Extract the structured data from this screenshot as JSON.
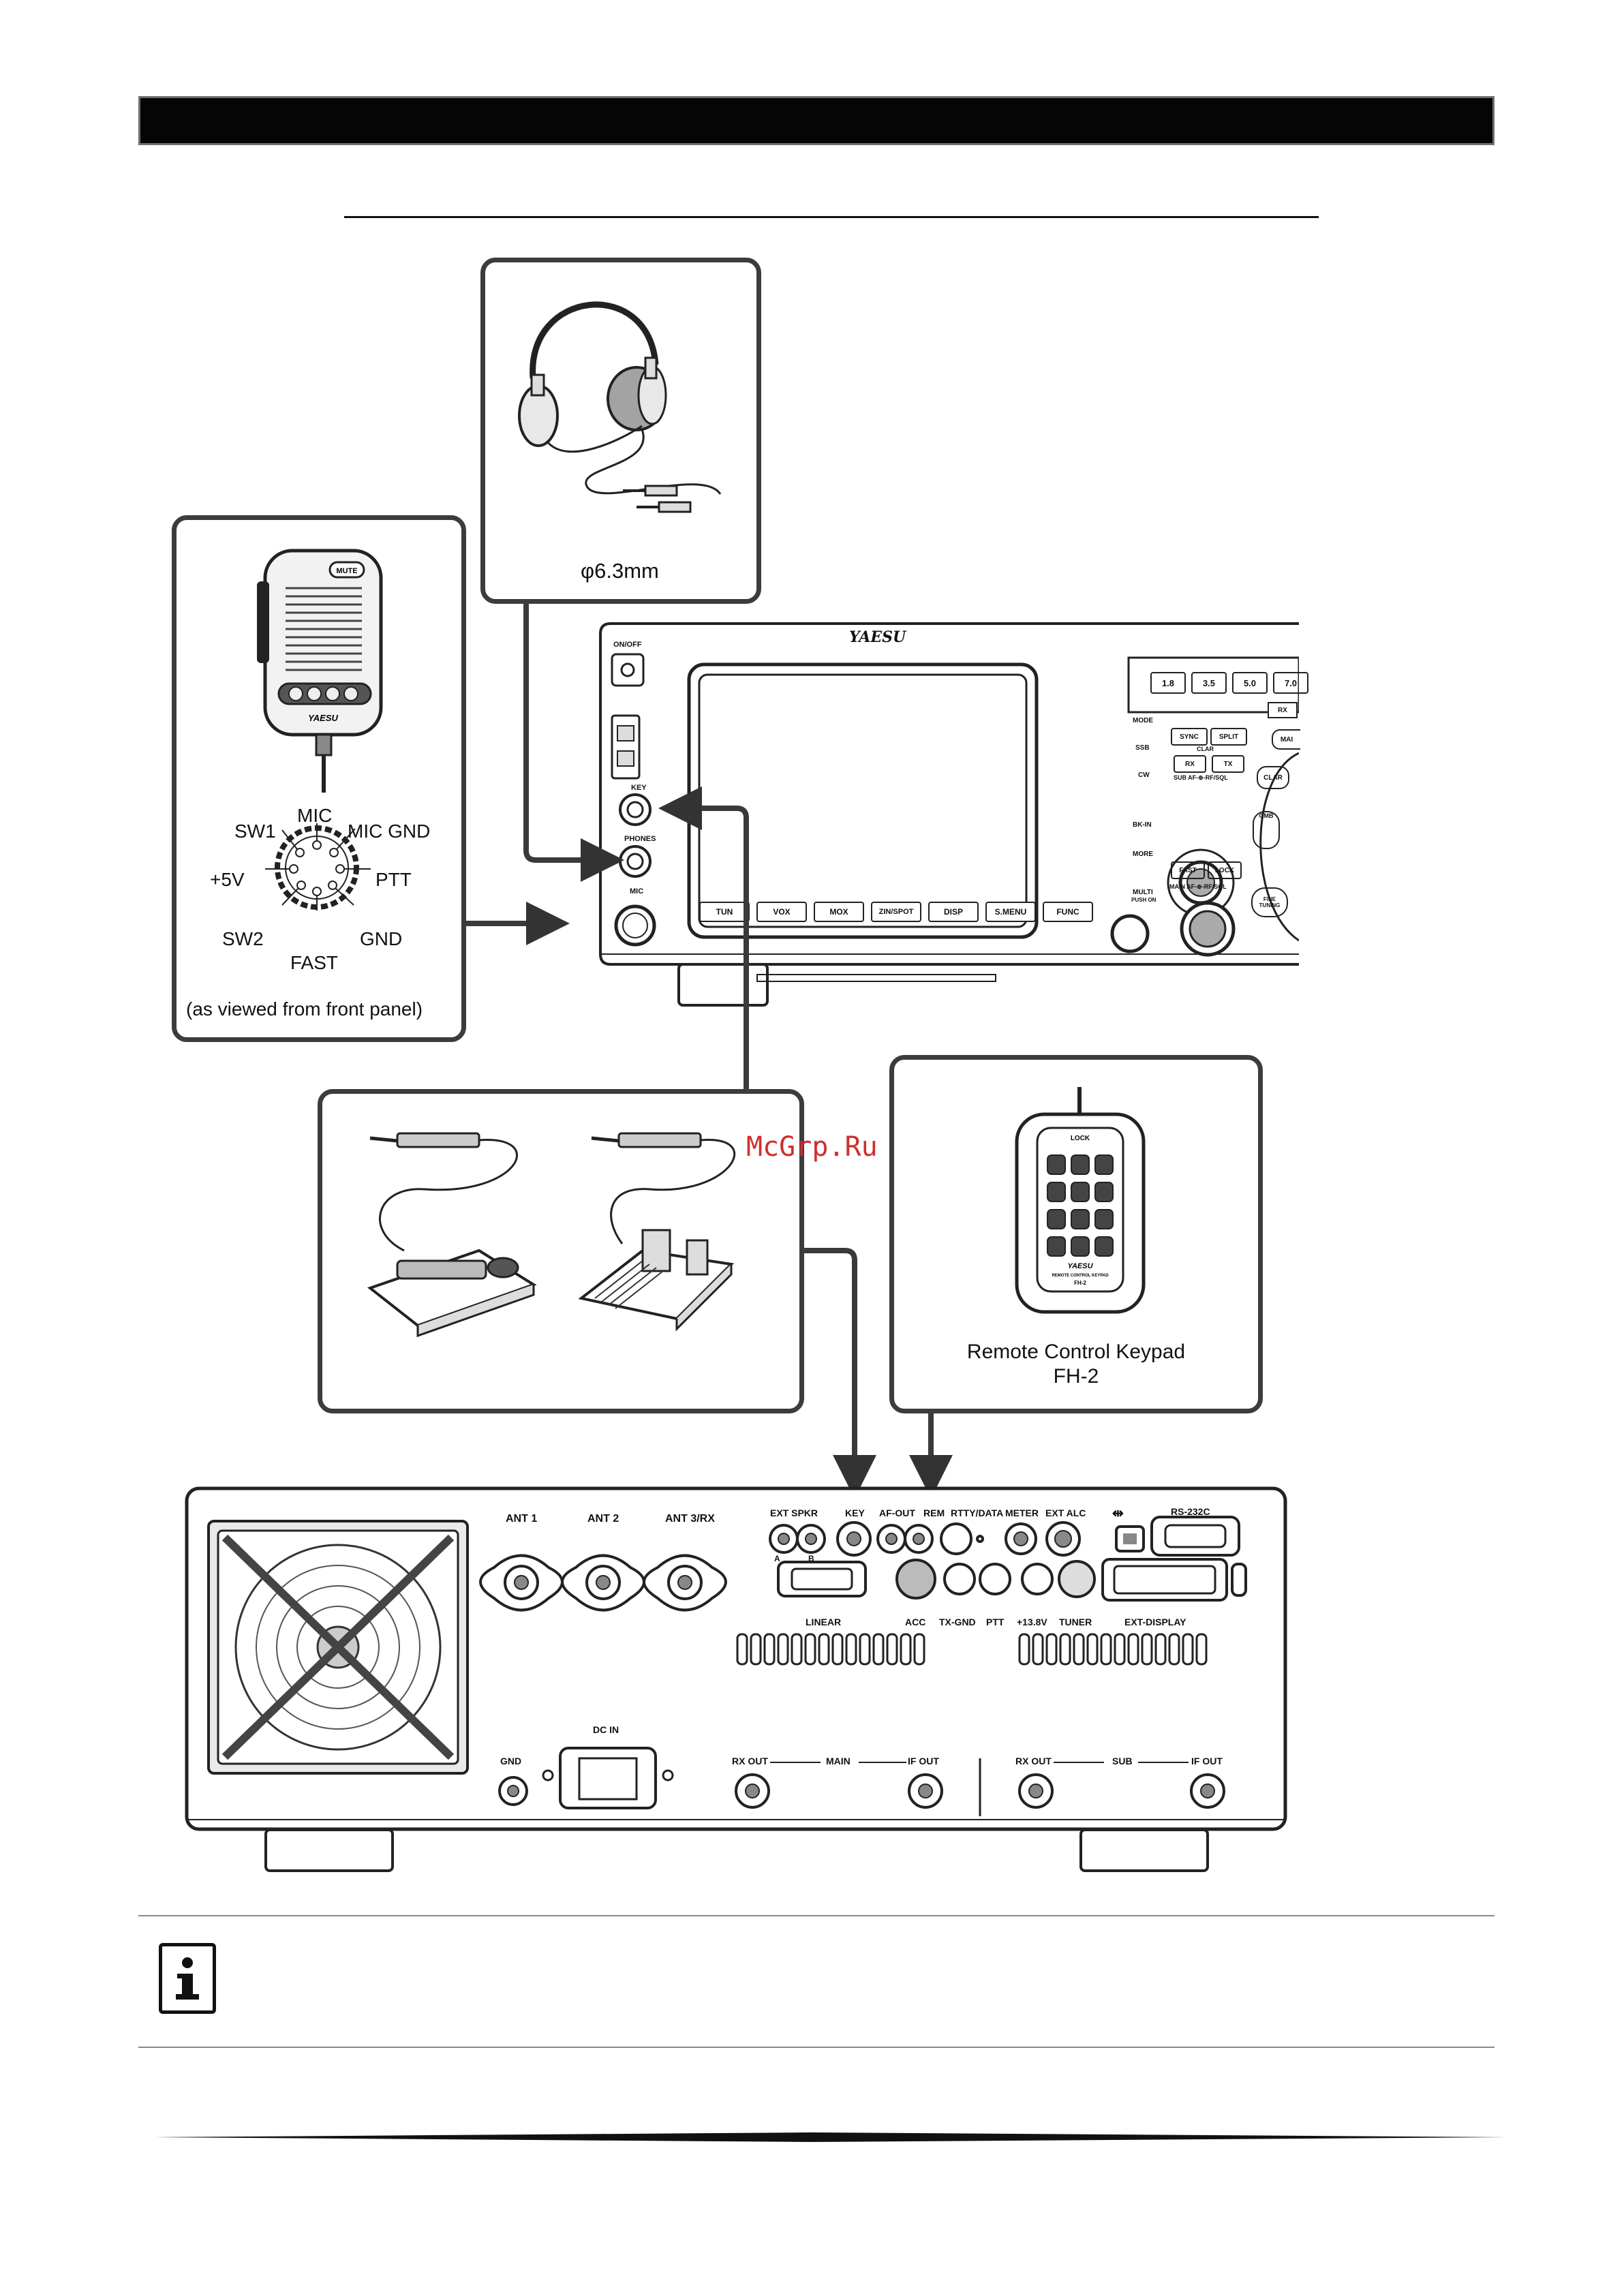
{
  "headphones": {
    "plug_label": "φ6.3mm"
  },
  "microphone": {
    "mute_label": "MUTE",
    "brand": "YAESU",
    "pins": {
      "mic": "MIC",
      "sw1": "SW1",
      "mic_gnd": "MIC GND",
      "plus5v": "+5V",
      "ptt": "PTT",
      "sw2": "SW2",
      "gnd": "GND",
      "fast": "FAST"
    },
    "note": "(as viewed from front panel)"
  },
  "front_panel": {
    "brand": "YAESU",
    "on_off": "ON/OFF",
    "key": "KEY",
    "phones": "PHONES",
    "mic": "MIC",
    "band_buttons": [
      "1.8",
      "3.5",
      "5.0",
      "7.0"
    ],
    "soft_keys": [
      "TUN",
      "VOX",
      "MOX",
      "ZIN/SPOT",
      "DISP",
      "S.MENU",
      "FUNC"
    ],
    "right_labels": {
      "mode": "MODE",
      "ssb": "SSB",
      "cw": "CW",
      "bk_in": "BK-IN",
      "more": "MORE",
      "multi": "MULTI",
      "push_on": "PUSH ON",
      "sync": "SYNC",
      "split": "SPLIT",
      "clar": "CLAR",
      "rx": "RX",
      "tx": "TX",
      "sub_af": "SUB AF-⊕-RF/SQL",
      "fast": "FAST",
      "lock": "LOCK",
      "main_af": "MAIN AF-⊕-RF/SQL",
      "clar_btn": "CLAR",
      "gmb": "GMB",
      "fine_tuning": "FINE TUNING",
      "rx_btn": "RX",
      "main_btn": "MAI"
    }
  },
  "keypad": {
    "lock": "LOCK",
    "brand": "YAESU",
    "subtitle": "REMOTE CONTROL KEYPAD",
    "model_small": "FH-2",
    "caption_line1": "Remote Control Keypad",
    "caption_line2": "FH-2"
  },
  "watermark": "McGrp.Ru",
  "rear_panel": {
    "ant1": "ANT 1",
    "ant2": "ANT 2",
    "ant3": "ANT 3/RX",
    "ext_spkr": "EXT SPKR",
    "ext_spkr_a": "A",
    "ext_spkr_b": "B",
    "key": "KEY",
    "af_out": "AF-OUT",
    "rem": "REM",
    "rtty_data": "RTTY/DATA",
    "meter": "METER",
    "ext_alc": "EXT ALC",
    "rs232c": "RS-232C",
    "linear": "LINEAR",
    "acc": "ACC",
    "tx_gnd": "TX-GND",
    "ptt": "PTT",
    "v138": "+13.8V",
    "tuner": "TUNER",
    "ext_display": "EXT-DISPLAY",
    "gnd": "GND",
    "dc_in": "DC IN",
    "rx_out_main": "RX OUT",
    "main": "MAIN",
    "if_out_main": "IF OUT",
    "rx_out_sub": "RX OUT",
    "sub": "SUB",
    "if_out_sub": "IF OUT"
  },
  "info_icon": "info-icon"
}
